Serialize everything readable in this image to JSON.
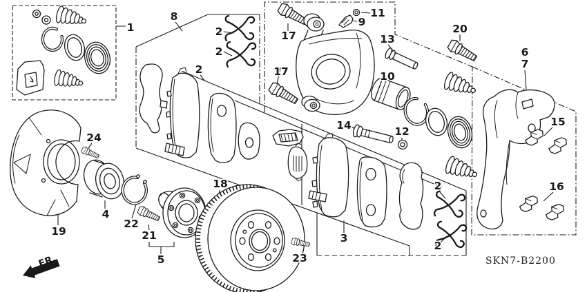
{
  "diagram": {
    "background_color": "#ffffff",
    "line_color": "#1a1a1a",
    "part_code": "SKN7-B2200",
    "direction_label": "FR.",
    "callouts": [
      {
        "part": "piston-seal-kit",
        "text": "1"
      },
      {
        "part": "pad-set-box",
        "text": "8"
      },
      {
        "part": "pad-retainer-spring-upper",
        "text": "2"
      },
      {
        "part": "pad-retainer-spring-lower",
        "text": "2"
      },
      {
        "part": "inner-pad-set",
        "text": "2"
      },
      {
        "part": "flange-bolt-upper",
        "text": "17"
      },
      {
        "part": "flange-bolt-lower",
        "text": "17"
      },
      {
        "part": "bleeder-cap",
        "text": "11"
      },
      {
        "part": "bleeder-screw",
        "text": "9"
      },
      {
        "part": "caliper-pin-upper",
        "text": "13"
      },
      {
        "part": "caliper-piston",
        "text": "10"
      },
      {
        "part": "caliper-pin-lower",
        "text": "14"
      },
      {
        "part": "pin-collar",
        "text": "12"
      },
      {
        "part": "bracket-bolt",
        "text": "20"
      },
      {
        "part": "caliper-bracket",
        "text": "6"
      },
      {
        "part": "caliper-bracket-alt",
        "text": "7"
      },
      {
        "part": "pad-retainer-clip-upper",
        "text": "15"
      },
      {
        "part": "pad-retainer-clip-lower",
        "text": "16"
      },
      {
        "part": "outer-spring-upper",
        "text": "2"
      },
      {
        "part": "outer-spring-lower",
        "text": "2"
      },
      {
        "part": "outer-pad-set",
        "text": "3"
      },
      {
        "part": "brake-disc",
        "text": "18"
      },
      {
        "part": "disc-screw",
        "text": "23"
      },
      {
        "part": "splash-guard",
        "text": "19"
      },
      {
        "part": "guard-bolt",
        "text": "24"
      },
      {
        "part": "wheel-bearing",
        "text": "4"
      },
      {
        "part": "bearing-snap-ring",
        "text": "22"
      },
      {
        "part": "wheel-stud",
        "text": "21"
      },
      {
        "part": "hub-assembly",
        "text": "5"
      }
    ]
  }
}
